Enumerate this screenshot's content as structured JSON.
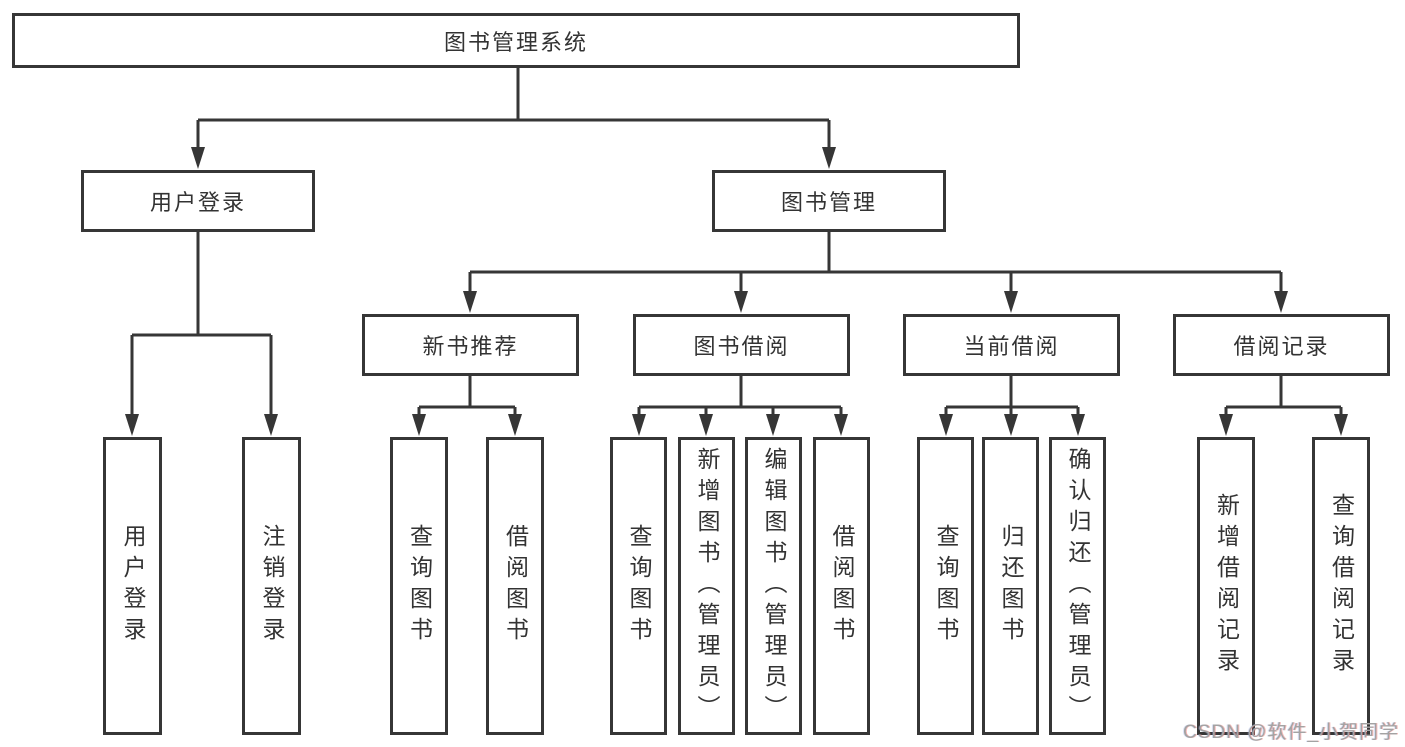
{
  "colors": {
    "line": "#363636",
    "box_background": "#ffffff",
    "text": "#333333",
    "watermark": "#a3a3a3"
  },
  "tree": {
    "label": "图书管理系统",
    "children": [
      {
        "label": "用户登录",
        "children": [
          {
            "label": "用户登录"
          },
          {
            "label": "注销登录"
          }
        ]
      },
      {
        "label": "图书管理",
        "children": [
          {
            "label": "新书推荐",
            "children": [
              {
                "label": "查询图书"
              },
              {
                "label": "借阅图书"
              }
            ]
          },
          {
            "label": "图书借阅",
            "children": [
              {
                "label": "查询图书"
              },
              {
                "label": "新增图书（管理员）"
              },
              {
                "label": "编辑图书（管理员）"
              },
              {
                "label": "借阅图书"
              }
            ]
          },
          {
            "label": "当前借阅",
            "children": [
              {
                "label": "查询图书"
              },
              {
                "label": "归还图书"
              },
              {
                "label": "确认归还（管理员）"
              }
            ]
          },
          {
            "label": "借阅记录",
            "children": [
              {
                "label": "新增借阅记录"
              },
              {
                "label": "查询借阅记录"
              }
            ]
          }
        ]
      }
    ]
  },
  "watermark": {
    "text": "CSDN @软件_小贺同学"
  }
}
